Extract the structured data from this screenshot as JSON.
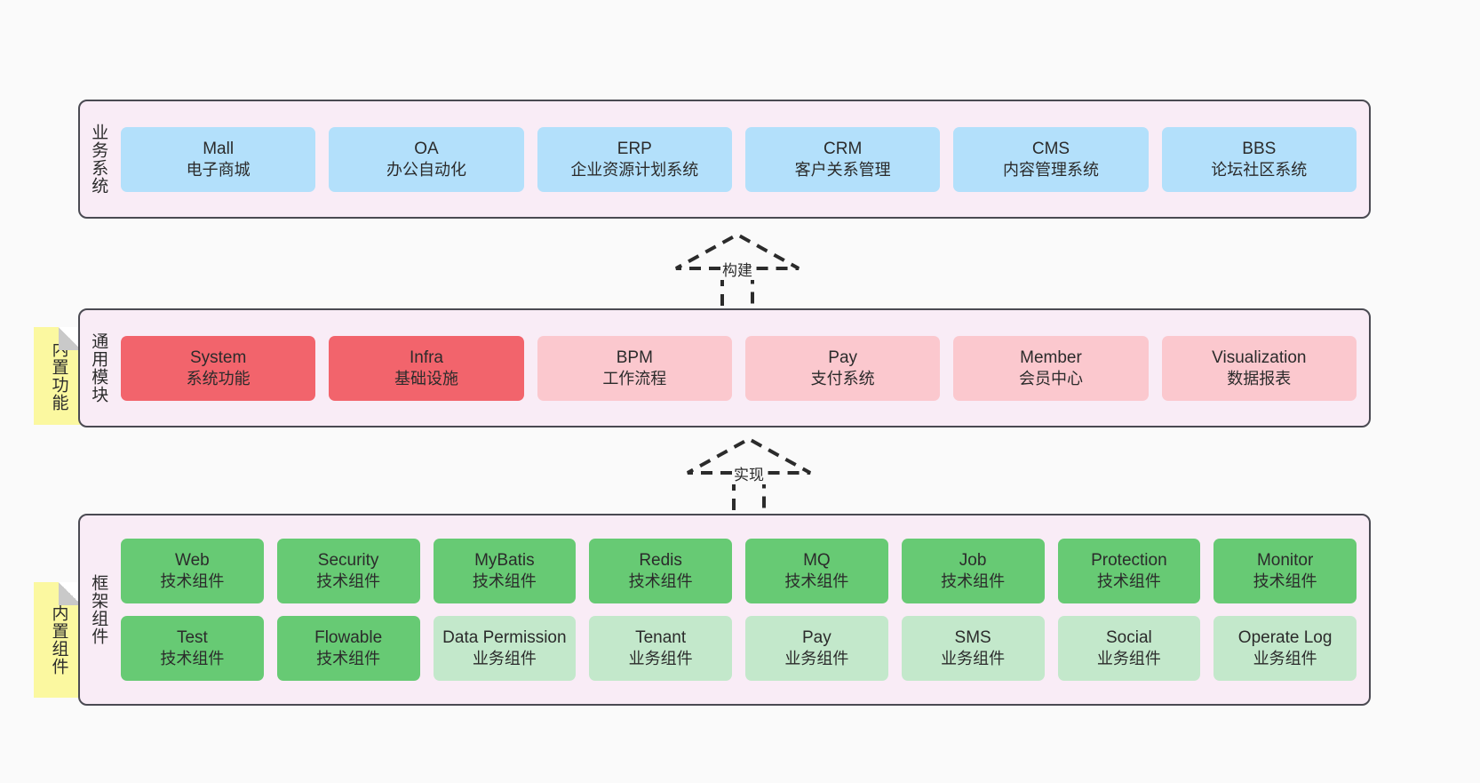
{
  "diagram": {
    "background_color": "#fafafa",
    "layer_fill": "#f9ecf6",
    "layer_border": "#4a4a52",
    "note_color": "#fbf8a0"
  },
  "layers": [
    {
      "id": "business",
      "title": "业务系统",
      "card_color": "#b3e0fb",
      "rows": [
        {
          "cards": [
            {
              "en": "Mall",
              "cn": "电子商城",
              "style": "blue"
            },
            {
              "en": "OA",
              "cn": "办公自动化",
              "style": "blue"
            },
            {
              "en": "ERP",
              "cn": "企业资源计划系统",
              "style": "blue"
            },
            {
              "en": "CRM",
              "cn": "客户关系管理",
              "style": "blue"
            },
            {
              "en": "CMS",
              "cn": "内容管理系统",
              "style": "blue"
            },
            {
              "en": "BBS",
              "cn": "论坛社区系统",
              "style": "blue"
            }
          ]
        }
      ]
    },
    {
      "id": "modules",
      "title": "通用模块",
      "note": "内置功能",
      "rows": [
        {
          "cards": [
            {
              "en": "System",
              "cn": "系统功能",
              "style": "red"
            },
            {
              "en": "Infra",
              "cn": "基础设施",
              "style": "red"
            },
            {
              "en": "BPM",
              "cn": "工作流程",
              "style": "pink"
            },
            {
              "en": "Pay",
              "cn": "支付系统",
              "style": "pink"
            },
            {
              "en": "Member",
              "cn": "会员中心",
              "style": "pink"
            },
            {
              "en": "Visualization",
              "cn": "数据报表",
              "style": "pink"
            }
          ]
        }
      ]
    },
    {
      "id": "framework",
      "title": "框架组件",
      "note": "内置组件",
      "rows": [
        {
          "cards": [
            {
              "en": "Web",
              "cn": "技术组件",
              "style": "green"
            },
            {
              "en": "Security",
              "cn": "技术组件",
              "style": "green"
            },
            {
              "en": "MyBatis",
              "cn": "技术组件",
              "style": "green"
            },
            {
              "en": "Redis",
              "cn": "技术组件",
              "style": "green"
            },
            {
              "en": "MQ",
              "cn": "技术组件",
              "style": "green"
            },
            {
              "en": "Job",
              "cn": "技术组件",
              "style": "green"
            },
            {
              "en": "Protection",
              "cn": "技术组件",
              "style": "green"
            },
            {
              "en": "Monitor",
              "cn": "技术组件",
              "style": "green"
            }
          ]
        },
        {
          "cards": [
            {
              "en": "Test",
              "cn": "技术组件",
              "style": "green"
            },
            {
              "en": "Flowable",
              "cn": "技术组件",
              "style": "green"
            },
            {
              "en": "Data Permission",
              "cn": "业务组件",
              "style": "lightgreen"
            },
            {
              "en": "Tenant",
              "cn": "业务组件",
              "style": "lightgreen"
            },
            {
              "en": "Pay",
              "cn": "业务组件",
              "style": "lightgreen"
            },
            {
              "en": "SMS",
              "cn": "业务组件",
              "style": "lightgreen"
            },
            {
              "en": "Social",
              "cn": "业务组件",
              "style": "lightgreen"
            },
            {
              "en": "Operate Log",
              "cn": "业务组件",
              "style": "lightgreen"
            }
          ]
        }
      ]
    }
  ],
  "arrows": [
    {
      "id": "build",
      "label": "构建"
    },
    {
      "id": "implement",
      "label": "实现"
    }
  ]
}
